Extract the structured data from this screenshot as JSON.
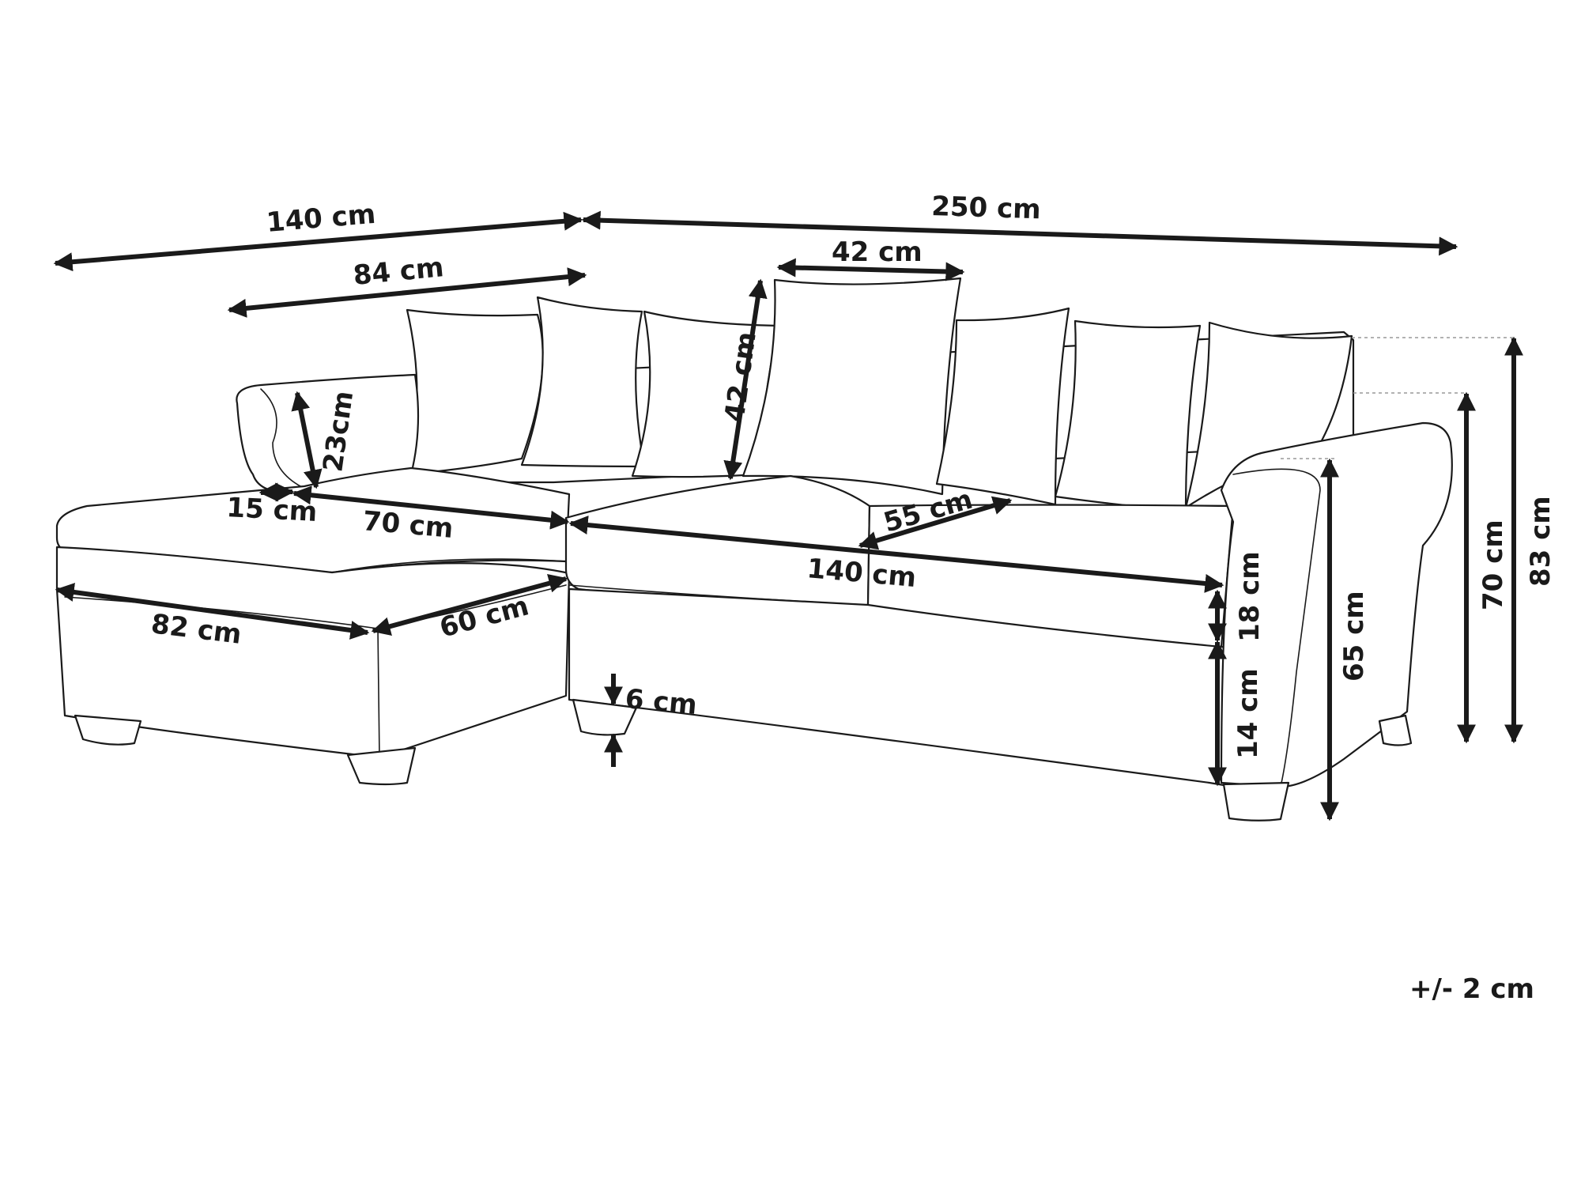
{
  "dimensions": {
    "total_depth": "140 cm",
    "total_width": "250 cm",
    "chaise_width_back": "84 cm",
    "cushion_width": "42 cm",
    "cushion_height": "42 cm",
    "armrest_height": "23cm",
    "armrest_width": "15 cm",
    "chaise_seat_depth": "70 cm",
    "seat_width": "140 cm",
    "seat_depth": "55 cm",
    "chaise_front_width": "82 cm",
    "chaise_side": "60 cm",
    "seat_cushion_height": "18 cm",
    "leg_height": "6 cm",
    "base_height": "14 cm",
    "arm_height": "65 cm",
    "back_height": "70 cm",
    "total_height": "83 cm"
  },
  "tolerance": "+/- 2 cm",
  "colors": {
    "line": "#1a1a1a",
    "guide": "#999999",
    "background": "#ffffff"
  }
}
